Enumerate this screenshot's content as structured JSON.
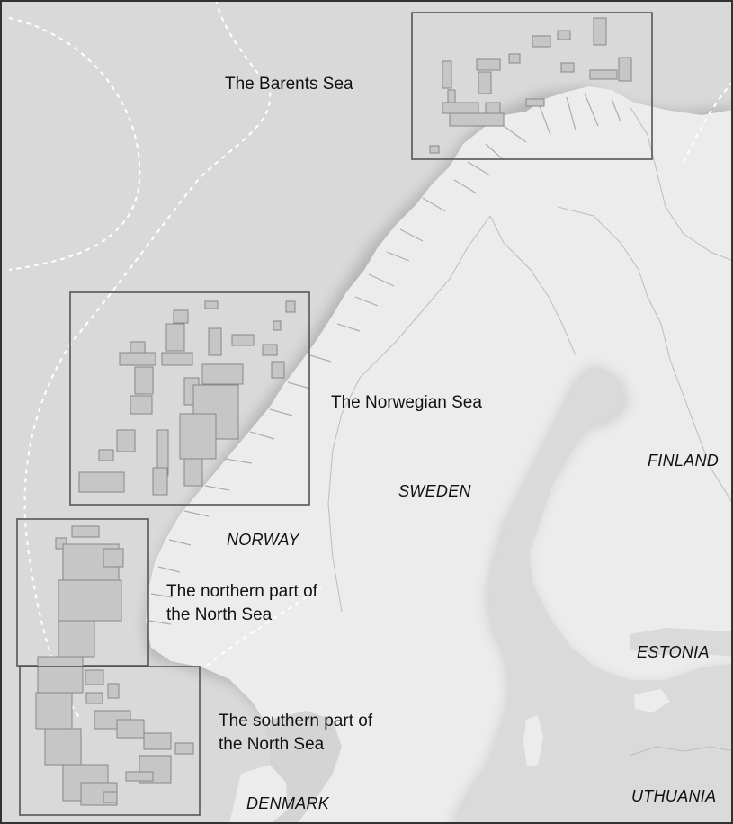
{
  "map": {
    "seas": {
      "barents": "The Barents Sea",
      "norwegian": "The Norwegian Sea",
      "north_sea_north": [
        "The northern part of",
        "the North Sea"
      ],
      "north_sea_south": [
        "The southern part of",
        "the North Sea"
      ]
    },
    "countries": {
      "norway": "NORWAY",
      "sweden": "SWEDEN",
      "finland": "FINLAND",
      "estonia": "ESTONIA",
      "denmark": "DENMARK",
      "lithuania": "UTHUANIA"
    },
    "colors": {
      "sea": "#dcdcdc",
      "land": "#ececec",
      "coast_shadow": "#b4b4b4",
      "frame": "#555555",
      "block": "#9a9a9a",
      "boundary": "#ffffff"
    }
  }
}
